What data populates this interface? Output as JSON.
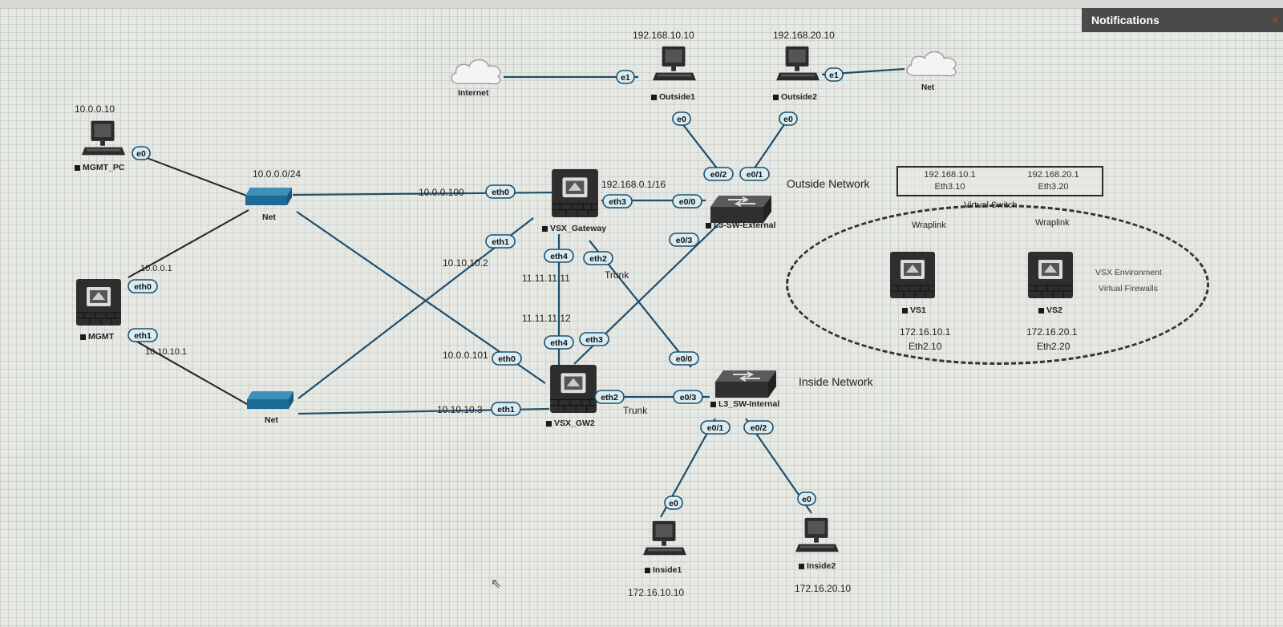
{
  "notifications": {
    "title": "Notifications",
    "close": "×"
  },
  "networks": {
    "outside": "Outside Network",
    "inside": "Inside Network"
  },
  "nodes": {
    "internet": {
      "label": "Internet"
    },
    "net_top_right": {
      "label": "Net"
    },
    "outside1": {
      "label": "Outside1",
      "ip": "192.168.10.10"
    },
    "outside2": {
      "label": "Outside2",
      "ip": "192.168.20.10"
    },
    "mgmt_pc": {
      "label": "MGMT_PC",
      "ip": "10.0.0.10"
    },
    "net_mgmt": {
      "label": "Net",
      "subnet": "10.0.0.0/24"
    },
    "net_bottom": {
      "label": "Net"
    },
    "mgmt": {
      "label": "MGMT",
      "ip_eth0": "10.0.0.1",
      "ip_eth1": "10.10.10.1"
    },
    "vsx_gateway": {
      "label": "VSX_Gateway",
      "ip_eth3": "192.168.0.1/16",
      "ip_eth0": "10.0.0.100",
      "ip_eth1": "10.10.10.2",
      "ip_eth4": "11.11.11.11"
    },
    "vsx_gw2": {
      "label": "VSX_GW2",
      "ip_eth0": "10.0.0.101",
      "ip_eth1": "10.10.10.3",
      "ip_eth4": "11.11.11.12"
    },
    "l3_ext": {
      "label": "L3-SW-External"
    },
    "l3_int": {
      "label": "L3_SW-Internal"
    },
    "inside1": {
      "label": "Inside1",
      "ip": "172.16.10.10"
    },
    "inside2": {
      "label": "Inside2",
      "ip": "172.16.20.10"
    },
    "vs1": {
      "label": "VS1",
      "ip": "172.16.10.1",
      "iface": "Eth2.10"
    },
    "vs2": {
      "label": "VS2",
      "ip": "172.16.20.1",
      "iface": "Eth2.20"
    }
  },
  "links": {
    "trunk_upper": "Trunk",
    "trunk_lower": "Trunk"
  },
  "ports": {
    "outside1_e1": "e1",
    "outside1_e0": "e0",
    "outside2_e1": "e1",
    "outside2_e0": "e0",
    "mgmt_pc_e0": "e0",
    "mgmt_eth0": "eth0",
    "mgmt_eth1": "eth1",
    "gw_eth0": "eth0",
    "gw_eth1": "eth1",
    "gw_eth2": "eth2",
    "gw_eth3": "eth3",
    "gw_eth4": "eth4",
    "gw2_eth0": "eth0",
    "gw2_eth1": "eth1",
    "gw2_eth2": "eth2",
    "gw2_eth3": "eth3",
    "gw2_eth4": "eth4",
    "ext_e0_0": "e0/0",
    "ext_e0_1": "e0/1",
    "ext_e0_2": "e0/2",
    "ext_e0_3": "e0/3",
    "int_e0_0": "e0/0",
    "int_e0_1": "e0/1",
    "int_e0_2": "e0/2",
    "int_e0_3": "e0/3",
    "inside1_e0": "e0",
    "inside2_e0": "e0"
  },
  "virtual_switch": {
    "label": "Virtual Switch",
    "left_ip": "192.168.10.1",
    "left_iface": "Eth3.10",
    "right_ip": "192.168.20.1",
    "right_iface": "Eth3.20"
  },
  "vsx_env": {
    "wraplink_left": "Wraplink",
    "wraplink_right": "Wraplink",
    "line1": "VSX Environment",
    "line2": "Virtual Firewalls"
  },
  "colors": {
    "link": "#1f4e6b",
    "link_dark": "#222222",
    "port_fill": "#d8ecf2",
    "port_stroke": "#1f4e6b",
    "switch_blue": "#1d6b94",
    "notif_bg": "#4a4a4a"
  }
}
